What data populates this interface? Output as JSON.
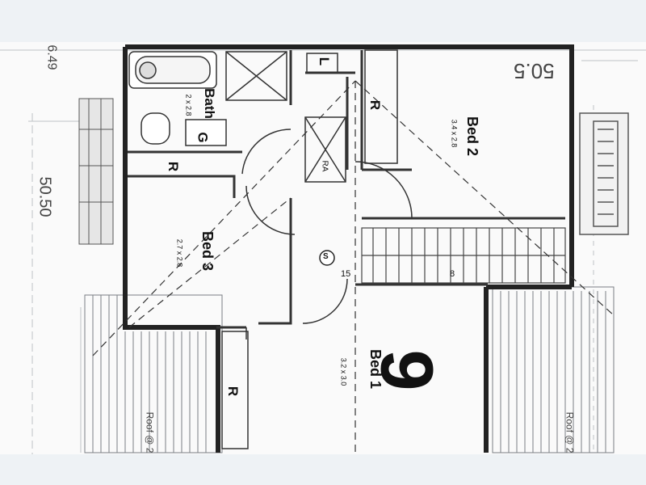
{
  "plan": {
    "rooms": {
      "bed2": {
        "name": "Bed 2",
        "size": "3.4 x 2.8"
      },
      "bed3": {
        "name": "Bed 3",
        "size": "2.7 x 2.8"
      },
      "bed1": {
        "name": "Bed 1",
        "size": "3.2 x 3.0"
      },
      "bath": {
        "name": "Bath",
        "size": "2 x 2.8"
      }
    },
    "fixtures": {
      "robe": "R",
      "linen": "L",
      "return_air": "RA",
      "shower": "G",
      "smoke_detector": "S"
    },
    "stair_counts": {
      "a": "15",
      "b": "8"
    },
    "lot_number": "9",
    "dimensions": {
      "top_right": "50.5",
      "left": "50.50",
      "top_left": "6.49"
    },
    "roof_notes": {
      "left": "Roof @ 2",
      "right": "Roof @ 2"
    }
  }
}
